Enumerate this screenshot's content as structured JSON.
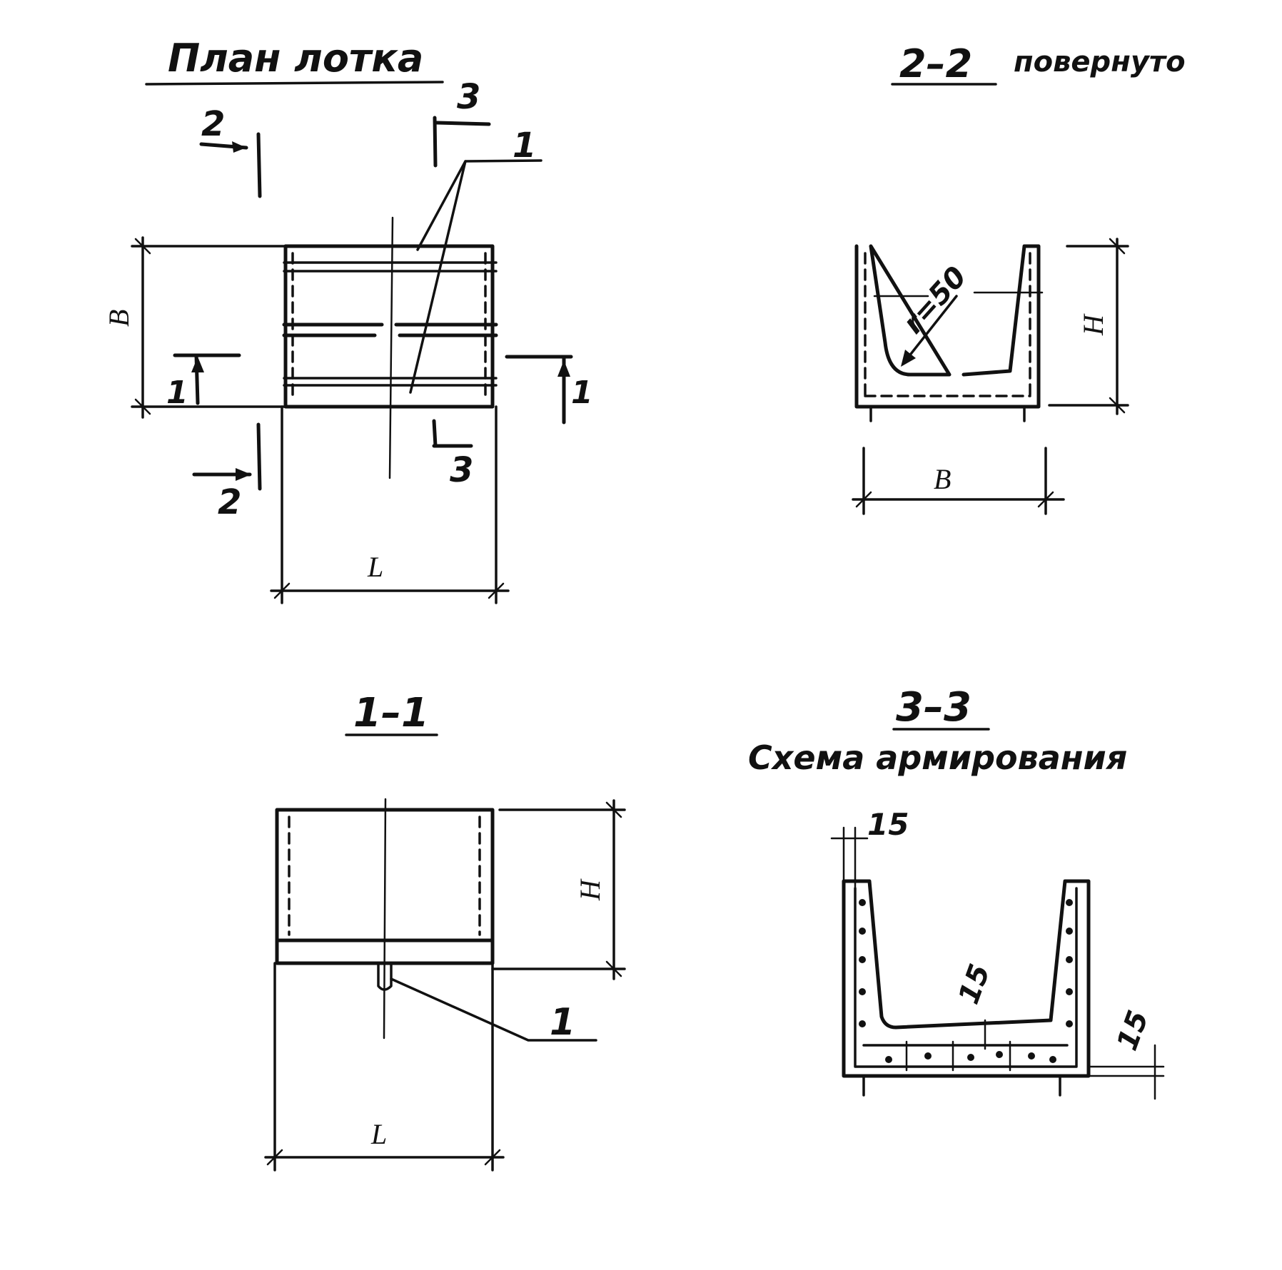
{
  "views": {
    "plan": {
      "title": "План лотка"
    },
    "section_2_2": {
      "title": "2–2",
      "subtitle": "повернуто"
    },
    "section_1_1": {
      "title": "1–1"
    },
    "section_3_3": {
      "title": "3–3",
      "subtitle": "Схема армирования"
    }
  },
  "marks": {
    "cut_2": "2",
    "cut_3": "3",
    "cut_1": "1",
    "leader_1": "1",
    "radius": "r=50"
  },
  "dimensions": {
    "L": "L",
    "B": "B",
    "H": "H",
    "cover": "15"
  },
  "colors": {
    "ink": "#111111",
    "paper": "#ffffff"
  }
}
